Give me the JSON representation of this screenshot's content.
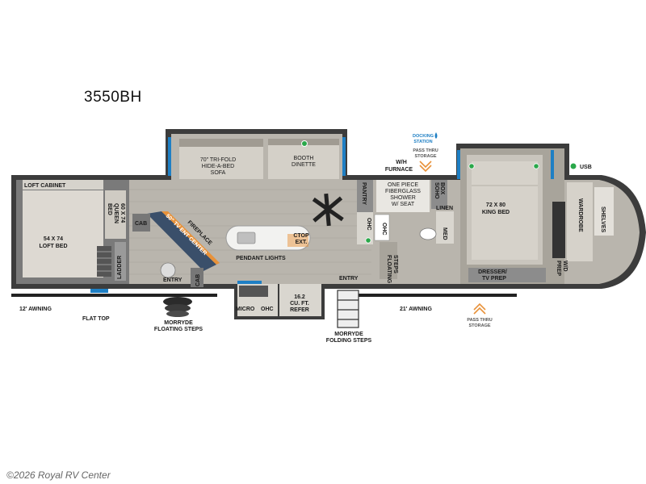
{
  "model": "3550BH",
  "watermark": "©2026 Royal RV Center",
  "labels": {
    "loft_cabinet": "LOFT CABINET",
    "loft_bed": [
      "54 X 74",
      "LOFT BED"
    ],
    "queen_bed": [
      "60 X 74",
      "QUEEN",
      "BED"
    ],
    "ladder": "LADDER",
    "cab1": "CAB",
    "cab2": "CAB",
    "tv_center": "50\" TV ENT CENTER",
    "fireplace": "FIREPLACE",
    "entry1": "ENTRY",
    "entry2": "ENTRY",
    "sofa": [
      "70\" TRI-FOLD",
      "HIDE-A-BED",
      "SOFA"
    ],
    "dinette": [
      "BOOTH",
      "DINETTE"
    ],
    "pendant": "PENDANT LIGHTS",
    "ctop": [
      "CTOP",
      "EXT."
    ],
    "pantry": "PANTRY",
    "ohc1": "OHC",
    "ohc2": "OHC",
    "ohc3": "OHC",
    "micro": "MICRO",
    "refer": [
      "16.2",
      "CU. FT.",
      "REFER"
    ],
    "floating_steps": [
      "FLOATING",
      "STEPS"
    ],
    "wh_furnace": [
      "W/H",
      "FURNACE"
    ],
    "shower": [
      "ONE PIECE",
      "FIBERGLASS",
      "SHOWER",
      "W/ SEAT"
    ],
    "box": [
      "SOHO",
      "BOX"
    ],
    "linen": "LINEN",
    "med": "MED",
    "king_bed": [
      "72 X 80",
      "KING BED"
    ],
    "dresser": [
      "DRESSER/",
      "TV PREP"
    ],
    "wardrobe": "WARDROBE",
    "shelves": "SHELVES",
    "wd_prep": [
      "W/D",
      "PREP"
    ],
    "usb": "USB",
    "docking": [
      "DOCKING",
      "STATION"
    ],
    "pass_thru_top": [
      "PASS THRU",
      "STORAGE"
    ],
    "pass_thru_bottom": [
      "PASS THRU",
      "STORAGE"
    ],
    "awning12": "12' AWNING",
    "awning21": "21' AWNING",
    "flat_top": "FLAT TOP",
    "morryde_floating": [
      "MORRYDE",
      "FLOATING STEPS"
    ],
    "morryde_folding": [
      "MORRYDE",
      "FOLDING STEPS"
    ]
  },
  "colors": {
    "accent_blue": "#1e7fc4",
    "wall": "#4a4a4a",
    "floor": "#b9b5ad",
    "orange": "#e8923a",
    "usb_green": "#2aa84a"
  }
}
